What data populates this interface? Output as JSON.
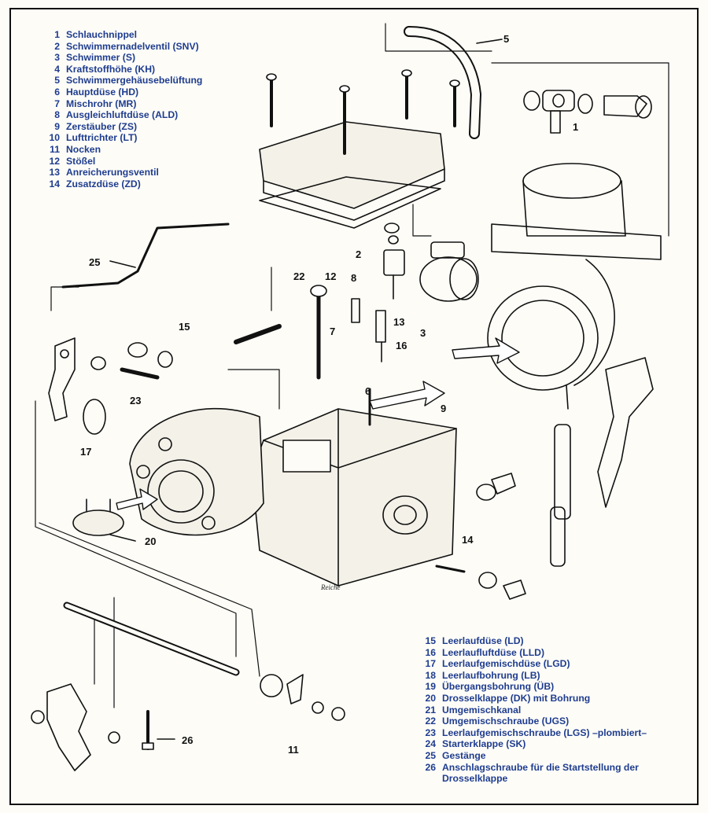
{
  "legend_top": [
    {
      "num": "1",
      "text": "Schlauchnippel"
    },
    {
      "num": "2",
      "text": "Schwimmernadelventil (SNV)"
    },
    {
      "num": "3",
      "text": "Schwimmer (S)"
    },
    {
      "num": "4",
      "text": "Kraftstoffhöhe (KH)"
    },
    {
      "num": "5",
      "text": "Schwimmergehäusebelüftung"
    },
    {
      "num": "6",
      "text": "Hauptdüse (HD)"
    },
    {
      "num": "7",
      "text": "Mischrohr (MR)"
    },
    {
      "num": "8",
      "text": "Ausgleichluftdüse (ALD)"
    },
    {
      "num": "9",
      "text": "Zerstäuber (ZS)"
    },
    {
      "num": "10",
      "text": "Lufttrichter (LT)"
    },
    {
      "num": "11",
      "text": "Nocken"
    },
    {
      "num": "12",
      "text": "Stößel"
    },
    {
      "num": "13",
      "text": "Anreicherungsventil"
    },
    {
      "num": "14",
      "text": "Zusatzdüse (ZD)"
    }
  ],
  "legend_bottom": [
    {
      "num": "15",
      "text": "Leerlaufdüse (LD)"
    },
    {
      "num": "16",
      "text": "Leerlaufluftdüse (LLD)"
    },
    {
      "num": "17",
      "text": "Leerlaufgemischdüse (LGD)"
    },
    {
      "num": "18",
      "text": "Leerlaufbohrung (LB)"
    },
    {
      "num": "19",
      "text": "Übergangsbohrung (ÜB)"
    },
    {
      "num": "20",
      "text": "Drosselklappe (DK) mit Bohrung"
    },
    {
      "num": "21",
      "text": "Umgemischkanal"
    },
    {
      "num": "22",
      "text": "Umgemischschraube (UGS)"
    },
    {
      "num": "23",
      "text": "Leerlaufgemischschraube (LGS) –plombiert–"
    },
    {
      "num": "24",
      "text": "Starterklappe (SK)"
    },
    {
      "num": "25",
      "text": "Gestänge"
    },
    {
      "num": "26",
      "text": "Anschlagschraube für die Startstellung der Drosselklappe"
    }
  ],
  "callouts": {
    "c1": "1",
    "c2": "2",
    "c3": "3",
    "c5": "5",
    "c6": "6",
    "c7": "7",
    "c8": "8",
    "c9": "9",
    "c11": "11",
    "c12": "12",
    "c13": "13",
    "c14": "14",
    "c15": "15",
    "c16": "16",
    "c17": "17",
    "c20": "20",
    "c22": "22",
    "c23": "23",
    "c25": "25",
    "c26": "26"
  },
  "signature": "Reiche",
  "colors": {
    "legend_text": "#1f3d8f",
    "line_art": "#111111",
    "paper": "#fdfcf7"
  }
}
